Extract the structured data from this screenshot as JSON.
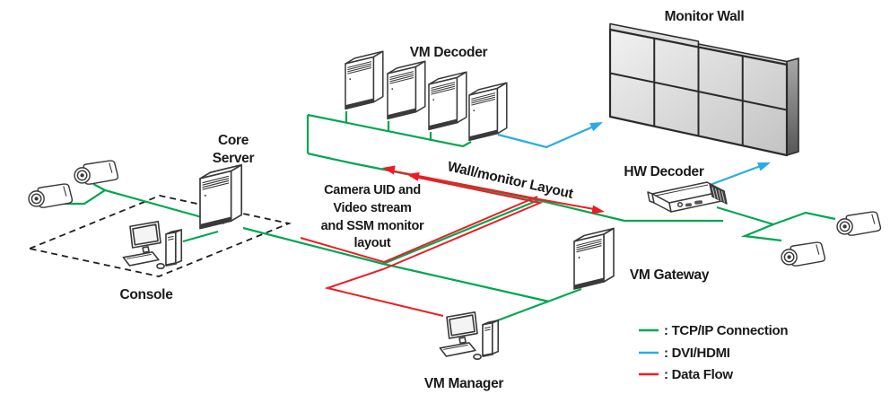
{
  "diagram": {
    "nodes": {
      "monitor_wall": {
        "label": "Monitor Wall"
      },
      "vm_decoder": {
        "label": "VM Decoder"
      },
      "core_server": {
        "lines": [
          "Core",
          "Server"
        ]
      },
      "console": {
        "label": "Console"
      },
      "hw_decoder": {
        "label": "HW Decoder"
      },
      "vm_gateway": {
        "label": "VM Gateway"
      },
      "vm_manager": {
        "label": "VM Manager"
      }
    },
    "annotations": {
      "wall_layout": "Wall/monitor Layout",
      "camera_flow": {
        "lines": [
          "Camera UID and",
          "Video stream",
          "and SSM monitor",
          "layout"
        ]
      }
    },
    "legend": {
      "items": [
        {
          "label": ": TCP/IP Connection",
          "color": "#00A651"
        },
        {
          "label": ": DVI/HDMI",
          "color": "#29ABE2"
        },
        {
          "label": ": Data Flow",
          "color": "#ED1C24"
        }
      ]
    },
    "colors": {
      "tcpip": "#00A651",
      "dvi_hdmi": "#29ABE2",
      "data_flow": "#ED1C24",
      "outline": "#3a3a3a"
    }
  }
}
